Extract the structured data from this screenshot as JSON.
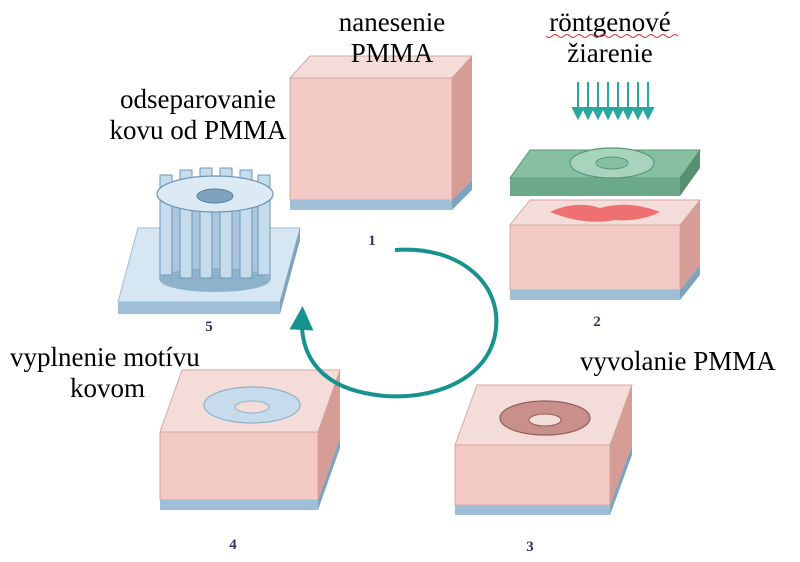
{
  "labels": {
    "step1_line1": "nanesenie",
    "step1_line2": "PMMA",
    "step2_line1": "röntgenové",
    "step2_line2": "žiarenie",
    "step3": "vyvolanie PMMA",
    "step4_line1": "vyplnenie motívu",
    "step4_line2": "kovom",
    "step5_line1": "odseparovanie",
    "step5_line2": "kovu od PMMA"
  },
  "step_numbers": [
    "1",
    "2",
    "3",
    "4",
    "5"
  ],
  "colors": {
    "pmma_top": "#f6e3e0",
    "pmma_front": "#d9a09a",
    "pmma_side": "#c07f7a",
    "substrate": "#9fbfd6",
    "mask": "#6ca88a",
    "mask_top": "#86c0a0",
    "xray": "#2aa8a0",
    "metal": "#c6dcec",
    "arrow": "#17938f",
    "exposed": "#ee7070"
  }
}
